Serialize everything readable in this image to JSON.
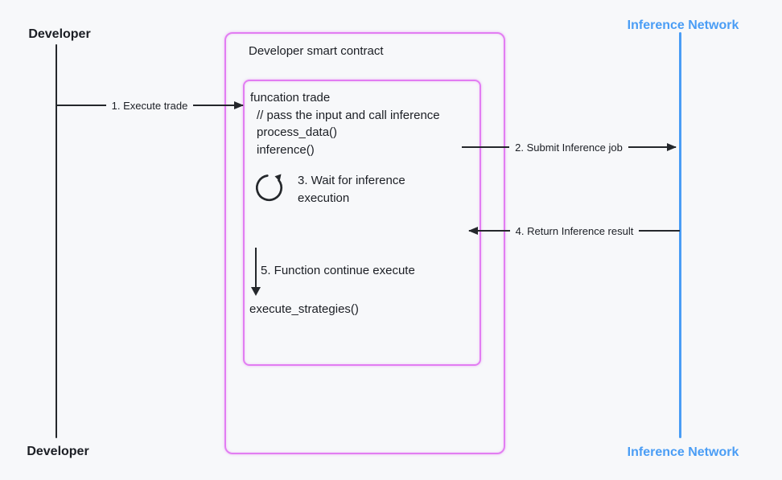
{
  "colors": {
    "pink": "#e27df2",
    "blue": "#4a9df5",
    "ink": "#24272b",
    "bg": "#f7f8fa",
    "text": "#1b1e24"
  },
  "actors": {
    "developer": {
      "label": "Developer"
    },
    "inference_network": {
      "label": "Inference Network"
    }
  },
  "contract": {
    "title": "Developer smart contract"
  },
  "function_box": {
    "code_lines": [
      "funcation trade",
      "// pass the input and call inference",
      "process_data()",
      "inference()"
    ],
    "wait_note": "3. Wait for inference execution",
    "continue_note": "5. Function continue execute",
    "final_call": "execute_strategies()",
    "loop_icon": "loop-arrow-icon"
  },
  "messages": {
    "execute_trade": "1. Execute trade",
    "submit_job": "2. Submit Inference job",
    "return_result": "4. Return Inference result"
  }
}
